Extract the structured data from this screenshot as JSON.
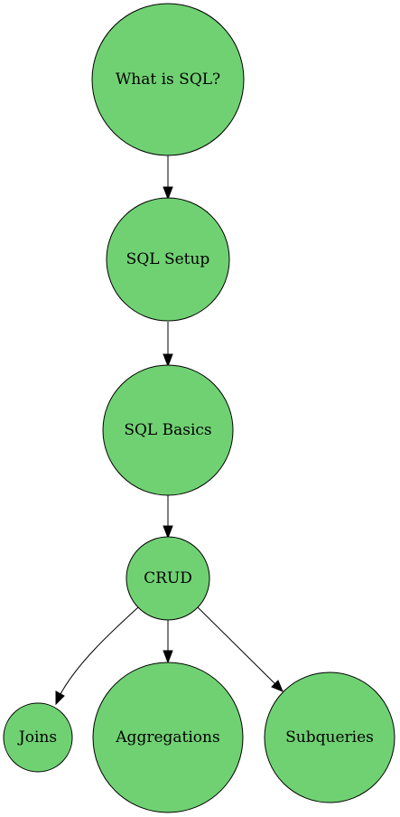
{
  "diagram": {
    "node_color": "#70d173",
    "nodes": {
      "what_is_sql": "What is SQL?",
      "sql_setup": "SQL Setup",
      "sql_basics": "SQL Basics",
      "crud": "CRUD",
      "joins": "Joins",
      "aggregations": "Aggregations",
      "subqueries": "Subqueries"
    },
    "edges": [
      {
        "from": "what_is_sql",
        "to": "sql_setup"
      },
      {
        "from": "sql_setup",
        "to": "sql_basics"
      },
      {
        "from": "sql_basics",
        "to": "crud"
      },
      {
        "from": "crud",
        "to": "joins"
      },
      {
        "from": "crud",
        "to": "aggregations"
      },
      {
        "from": "crud",
        "to": "subqueries"
      }
    ]
  }
}
